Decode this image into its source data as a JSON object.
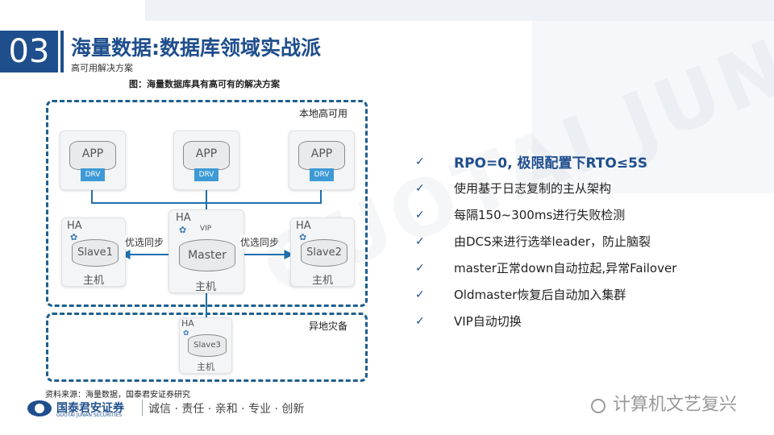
{
  "header": {
    "section_number": "03",
    "title": "海量数据:数据库领域实战派",
    "subtitle": "高可用解决方案"
  },
  "figure": {
    "title": "图：海量数据库具有高可有的解决方案",
    "zone_local_label": "本地高可用",
    "zone_remote_label": "异地灾备",
    "apps": [
      {
        "label": "APP",
        "driver": "DRV"
      },
      {
        "label": "APP",
        "driver": "DRV"
      },
      {
        "label": "APP",
        "driver": "DRV"
      }
    ],
    "nodes": {
      "slave1": {
        "ha": "HA",
        "name": "Slave1",
        "host": "主机"
      },
      "master": {
        "ha": "HA",
        "name": "Master",
        "host": "主机",
        "vip": "VIP"
      },
      "slave2": {
        "ha": "HA",
        "name": "Slave2",
        "host": "主机"
      },
      "slave3": {
        "ha": "HA",
        "name": "Slave3",
        "host": "主机"
      }
    },
    "sync_left": "优选同步",
    "sync_right": "优选同步"
  },
  "bullets": [
    {
      "text": "RPO=0, 极限配置下RTO≤5S",
      "highlight": true
    },
    {
      "text": "使用基于日志复制的主从架构",
      "highlight": false
    },
    {
      "text": "每隔150~300ms进行失败检测",
      "highlight": false
    },
    {
      "text": "由DCS来进行选举leader，防止脑裂",
      "highlight": false
    },
    {
      "text": "master正常down自动拉起,异常Failover",
      "highlight": false
    },
    {
      "text": "Oldmaster恢复后自动加入集群",
      "highlight": false
    },
    {
      "text": "VIP自动切换",
      "highlight": false
    }
  ],
  "check_glyph": "✓",
  "footer": {
    "source": "资料来源：海量数据，国泰君安证券研究",
    "logo_cn": "国泰君安证券",
    "logo_en": "GUOTAI JUNAN SECURITIES",
    "motto": "诚信 · 责任 · 亲和 · 专业 · 创新",
    "wechat": "计算机文艺复兴"
  },
  "colors": {
    "brand_blue": "#1f4e8c",
    "driver_blue": "#3d9ad6",
    "link_blue": "#1f6fb0"
  }
}
